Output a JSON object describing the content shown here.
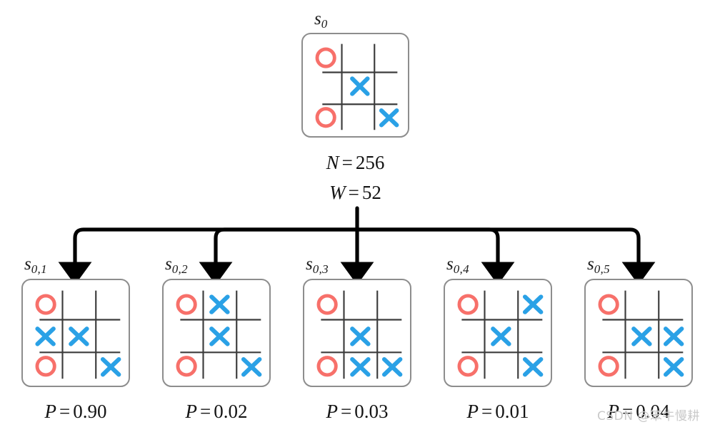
{
  "figure": {
    "type": "mcts-expansion-diagram",
    "colors": {
      "o_mark": "#f7706a",
      "x_mark": "#2aa1e6",
      "card_border": "#8d8d8d",
      "grid_line": "#3c3c3c",
      "arrow": "#000000",
      "background": "#ffffff",
      "watermark": "#c9c9c9"
    }
  },
  "root": {
    "label_main": "s",
    "label_sub": "0",
    "board": [
      [
        "O",
        "",
        ""
      ],
      [
        "",
        "X",
        ""
      ],
      [
        "O",
        "",
        "X"
      ]
    ],
    "stats": [
      {
        "name": "visit-count",
        "var": "N",
        "eq": "=",
        "value": "256"
      },
      {
        "name": "total-value",
        "var": "W",
        "eq": "=",
        "value": "52"
      }
    ]
  },
  "children": [
    {
      "label_main": "s",
      "label_sub": "0,1",
      "board": [
        [
          "O",
          "",
          ""
        ],
        [
          "X",
          "X",
          ""
        ],
        [
          "O",
          "",
          "X"
        ]
      ],
      "prob": {
        "var": "P",
        "eq": "=",
        "value": "0.90"
      }
    },
    {
      "label_main": "s",
      "label_sub": "0,2",
      "board": [
        [
          "O",
          "X",
          ""
        ],
        [
          "",
          "X",
          ""
        ],
        [
          "O",
          "",
          "X"
        ]
      ],
      "prob": {
        "var": "P",
        "eq": "=",
        "value": "0.02"
      }
    },
    {
      "label_main": "s",
      "label_sub": "0,3",
      "board": [
        [
          "O",
          "",
          ""
        ],
        [
          "",
          "X",
          ""
        ],
        [
          "O",
          "X",
          "X"
        ]
      ],
      "prob": {
        "var": "P",
        "eq": "=",
        "value": "0.03"
      }
    },
    {
      "label_main": "s",
      "label_sub": "0,4",
      "board": [
        [
          "O",
          "",
          "X"
        ],
        [
          "",
          "X",
          ""
        ],
        [
          "O",
          "",
          "X"
        ]
      ],
      "prob": {
        "var": "P",
        "eq": "=",
        "value": "0.01"
      }
    },
    {
      "label_main": "s",
      "label_sub": "0,5",
      "board": [
        [
          "O",
          "",
          ""
        ],
        [
          "",
          "X",
          "X"
        ],
        [
          "O",
          "",
          "X"
        ]
      ],
      "prob": {
        "var": "P",
        "eq": "=",
        "value": "0.04"
      }
    }
  ],
  "watermark": {
    "text": "CSDN @笨牛慢耕"
  }
}
